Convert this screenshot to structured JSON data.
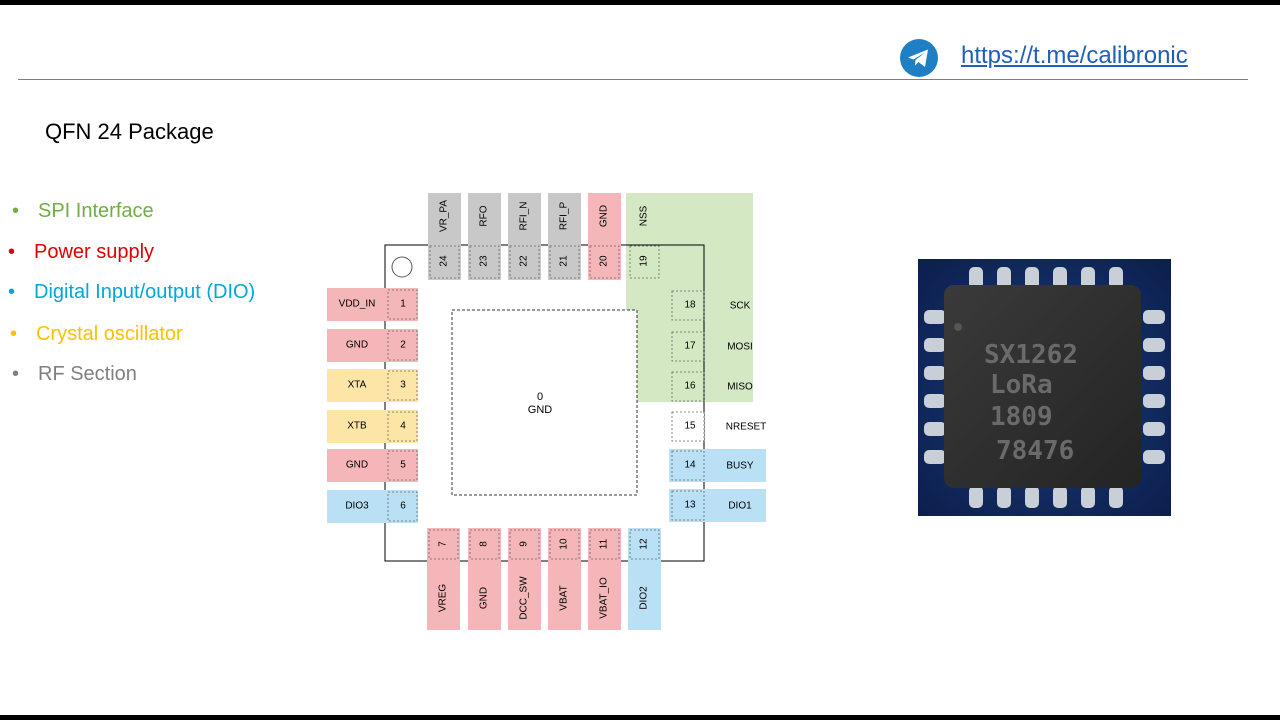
{
  "header": {
    "link_text": "https://t.me/calibronic",
    "icon": "telegram-icon"
  },
  "title": "QFN 24 Package",
  "colors": {
    "spi": "#d5e8c4",
    "power": "#f4b6b9",
    "dio": "#b9e0f4",
    "crystal": "#fde5a8",
    "rf": "#c8c8c8",
    "spi_text": "#70ad47",
    "power_text": "#e00000",
    "dio_text": "#00a8d8",
    "crystal_text": "#ffc000",
    "rf_text": "#808080",
    "link": "#1f5fb8"
  },
  "legend": [
    {
      "label": "SPI Interface",
      "group": "spi"
    },
    {
      "label": "Power supply",
      "group": "power"
    },
    {
      "label": "Digital Input/output (DIO)",
      "group": "dio"
    },
    {
      "label": "Crystal oscillator",
      "group": "crystal"
    },
    {
      "label": "RF Section",
      "group": "rf"
    }
  ],
  "center_pad": {
    "number": "0",
    "name": "GND"
  },
  "pins_left": [
    {
      "num": "1",
      "name": "VDD_IN",
      "group": "power"
    },
    {
      "num": "2",
      "name": "GND",
      "group": "power"
    },
    {
      "num": "3",
      "name": "XTA",
      "group": "crystal"
    },
    {
      "num": "4",
      "name": "XTB",
      "group": "crystal"
    },
    {
      "num": "5",
      "name": "GND",
      "group": "power"
    },
    {
      "num": "6",
      "name": "DIO3",
      "group": "dio"
    }
  ],
  "pins_bottom": [
    {
      "num": "7",
      "name": "VREG",
      "group": "power"
    },
    {
      "num": "8",
      "name": "GND",
      "group": "power"
    },
    {
      "num": "9",
      "name": "DCC_SW",
      "group": "power"
    },
    {
      "num": "10",
      "name": "VBAT",
      "group": "power"
    },
    {
      "num": "11",
      "name": "VBAT_IO",
      "group": "power"
    },
    {
      "num": "12",
      "name": "DIO2",
      "group": "dio"
    }
  ],
  "pins_right": [
    {
      "num": "13",
      "name": "DIO1",
      "group": "dio"
    },
    {
      "num": "14",
      "name": "BUSY",
      "group": "dio"
    },
    {
      "num": "15",
      "name": "NRESET",
      "group": "none"
    },
    {
      "num": "16",
      "name": "MISO",
      "group": "spi"
    },
    {
      "num": "17",
      "name": "MOSI",
      "group": "spi"
    },
    {
      "num": "18",
      "name": "SCK",
      "group": "spi"
    }
  ],
  "pins_top": [
    {
      "num": "19",
      "name": "NSS",
      "group": "spi"
    },
    {
      "num": "20",
      "name": "GND",
      "group": "power"
    },
    {
      "num": "21",
      "name": "RFI_P",
      "group": "rf"
    },
    {
      "num": "22",
      "name": "RFI_N",
      "group": "rf"
    },
    {
      "num": "23",
      "name": "RFO",
      "group": "rf"
    },
    {
      "num": "24",
      "name": "VR_PA",
      "group": "rf"
    }
  ],
  "chip_marking": [
    "SX1262",
    "LoRa",
    "1809",
    "78476"
  ]
}
